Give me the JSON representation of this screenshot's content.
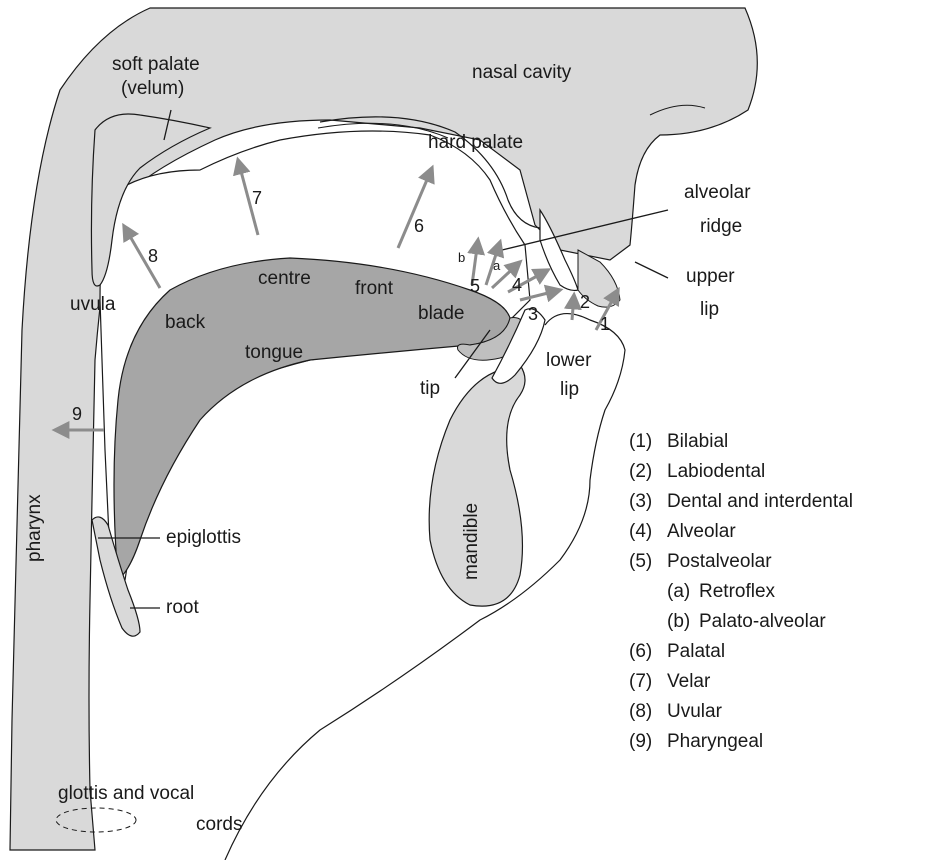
{
  "labels": {
    "soft_palate": "soft palate",
    "velum": "(velum)",
    "nasal_cavity": "nasal cavity",
    "hard_palate": "hard palate",
    "alveolar": "alveolar",
    "ridge": "ridge",
    "upper": "upper",
    "lip_upper": "lip",
    "lower": "lower",
    "lip_lower": "lip",
    "uvula": "uvula",
    "back": "back",
    "centre": "centre",
    "front": "front",
    "blade": "blade",
    "tongue": "tongue",
    "tip": "tip",
    "mandible": "mandible",
    "pharynx": "pharynx",
    "epiglottis": "epiglottis",
    "root": "root",
    "glottis": "glottis and vocal",
    "cords": "cords"
  },
  "place_numbers": {
    "n1": "1",
    "n2": "2",
    "n3": "3",
    "n4": "4",
    "n5": "5",
    "n6": "6",
    "n7": "7",
    "n8": "8",
    "n9": "9",
    "a": "a",
    "b": "b"
  },
  "legend": [
    {
      "code": "(1)",
      "label": "Bilabial",
      "sub": false
    },
    {
      "code": "(2)",
      "label": "Labiodental",
      "sub": false
    },
    {
      "code": "(3)",
      "label": "Dental and interdental",
      "sub": false
    },
    {
      "code": "(4)",
      "label": "Alveolar",
      "sub": false
    },
    {
      "code": "(5)",
      "label": "Postalveolar",
      "sub": false
    },
    {
      "code": "(a)",
      "label": "Retroflex",
      "sub": true
    },
    {
      "code": "(b)",
      "label": "Palato-alveolar",
      "sub": true
    },
    {
      "code": "(6)",
      "label": "Palatal",
      "sub": false
    },
    {
      "code": "(7)",
      "label": "Velar",
      "sub": false
    },
    {
      "code": "(8)",
      "label": "Uvular",
      "sub": false
    },
    {
      "code": "(9)",
      "label": "Pharyngeal",
      "sub": false
    }
  ],
  "colors": {
    "tissue": "#d9d9d9",
    "tongue": "#a6a6a6",
    "arrow": "#8c8c8c",
    "outline": "#1a1a1a"
  }
}
